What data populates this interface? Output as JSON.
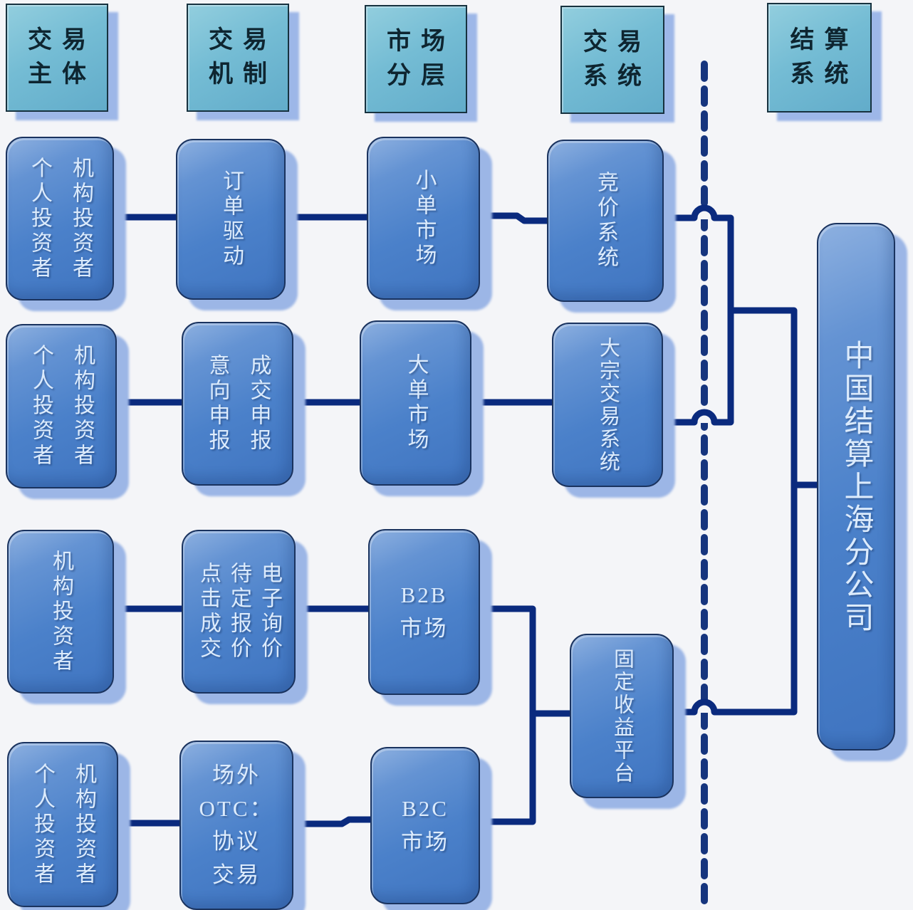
{
  "headers": {
    "trading_subject": "交易主体",
    "trading_mechanism": "交易机制",
    "market_layering": "市场分层",
    "trading_system": "交易系统",
    "settlement_system": "结算系统"
  },
  "boxes": {
    "row1_subject": {
      "left_col": "个人投资者",
      "right_col": "机构投资者"
    },
    "row1_mechanism": {
      "col": "订单驱动"
    },
    "row1_market": {
      "col": "小单市场"
    },
    "row1_system": {
      "col": "竞价系统"
    },
    "row2_subject": {
      "left_col": "个人投资者",
      "right_col": "机构投资者"
    },
    "row2_mechanism": {
      "left_col": "意向申报",
      "right_col": "成交申报"
    },
    "row2_market": {
      "col": "大单市场"
    },
    "row2_system": {
      "col": "大宗交易系统"
    },
    "row3_subject": {
      "col": "机构投资者"
    },
    "row3_mechanism": {
      "col1": "点击成交",
      "col2": "待定报价",
      "col3": "电子询价"
    },
    "row3_market": {
      "line1": "B2B",
      "line2": "市场"
    },
    "fixed_income_platform": {
      "col": "固定收益平台"
    },
    "row4_subject": {
      "left_col": "个人投资者",
      "right_col": "机构投资者"
    },
    "row4_mechanism": {
      "line1": "场外",
      "line2": "OTC：",
      "line3": "协议",
      "line4": "交易"
    },
    "row4_market": {
      "line1": "B2C",
      "line2": "市场"
    },
    "settlement_company": {
      "col": "中国结算上海分公司"
    }
  },
  "colors": {
    "background": "#f4f5f8",
    "header_fill": "#74bcd4",
    "header_border": "#17323f",
    "header_text": "#0e2530",
    "box_fill": "#4b81ca",
    "box_border": "#1a335f",
    "box_text": "#dcebfc",
    "shadow": "#9cb6e6",
    "connector": "#0a2a7e",
    "dashed_line": "#16357e"
  }
}
